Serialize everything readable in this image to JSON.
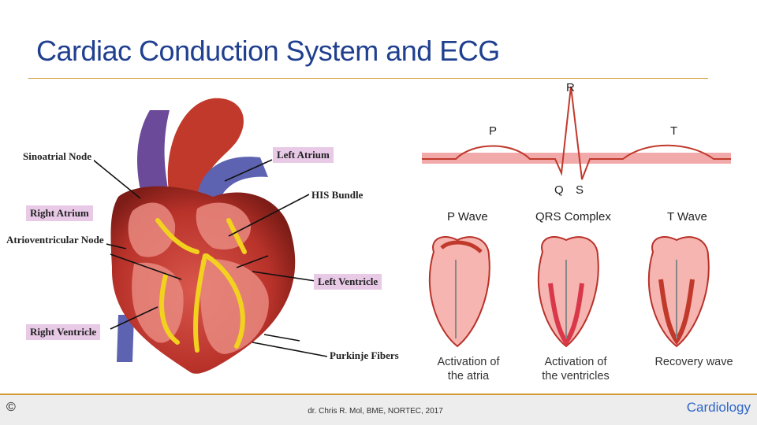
{
  "slide": {
    "title": "Cardiac Conduction System and ECG",
    "footer": {
      "copyright": "©",
      "credit": "dr. Chris R. Mol, BME, NORTEC, 2017",
      "tag": "Cardiology"
    }
  },
  "heart_labels": {
    "sinoatrial": "Sinoatrial Node",
    "left_atrium": "Left Atrium",
    "his_bundle": "HIS Bundle",
    "right_atrium": "Right Atrium",
    "av_node": "Atrioventricular Node",
    "left_ventricle": "Left Ventricle",
    "right_ventricle": "Right Ventricle",
    "purkinje": "Purkinje Fibers"
  },
  "ecg": {
    "peaks": {
      "r": "R",
      "p": "P",
      "t": "T",
      "q": "Q",
      "s": "S"
    },
    "wave_titles": [
      "P Wave",
      "QRS Complex",
      "T Wave"
    ],
    "captions": [
      "Activation of\nthe atria",
      "Activation of\nthe ventricles",
      "Recovery wave"
    ]
  },
  "colors": {
    "title": "#1f3f8f",
    "rule": "#d29a33",
    "tag": "#2f66c9",
    "heart_red": "#b8322a",
    "vein_purple": "#6b4a9a",
    "ecg_band": "#f2a9a9"
  }
}
